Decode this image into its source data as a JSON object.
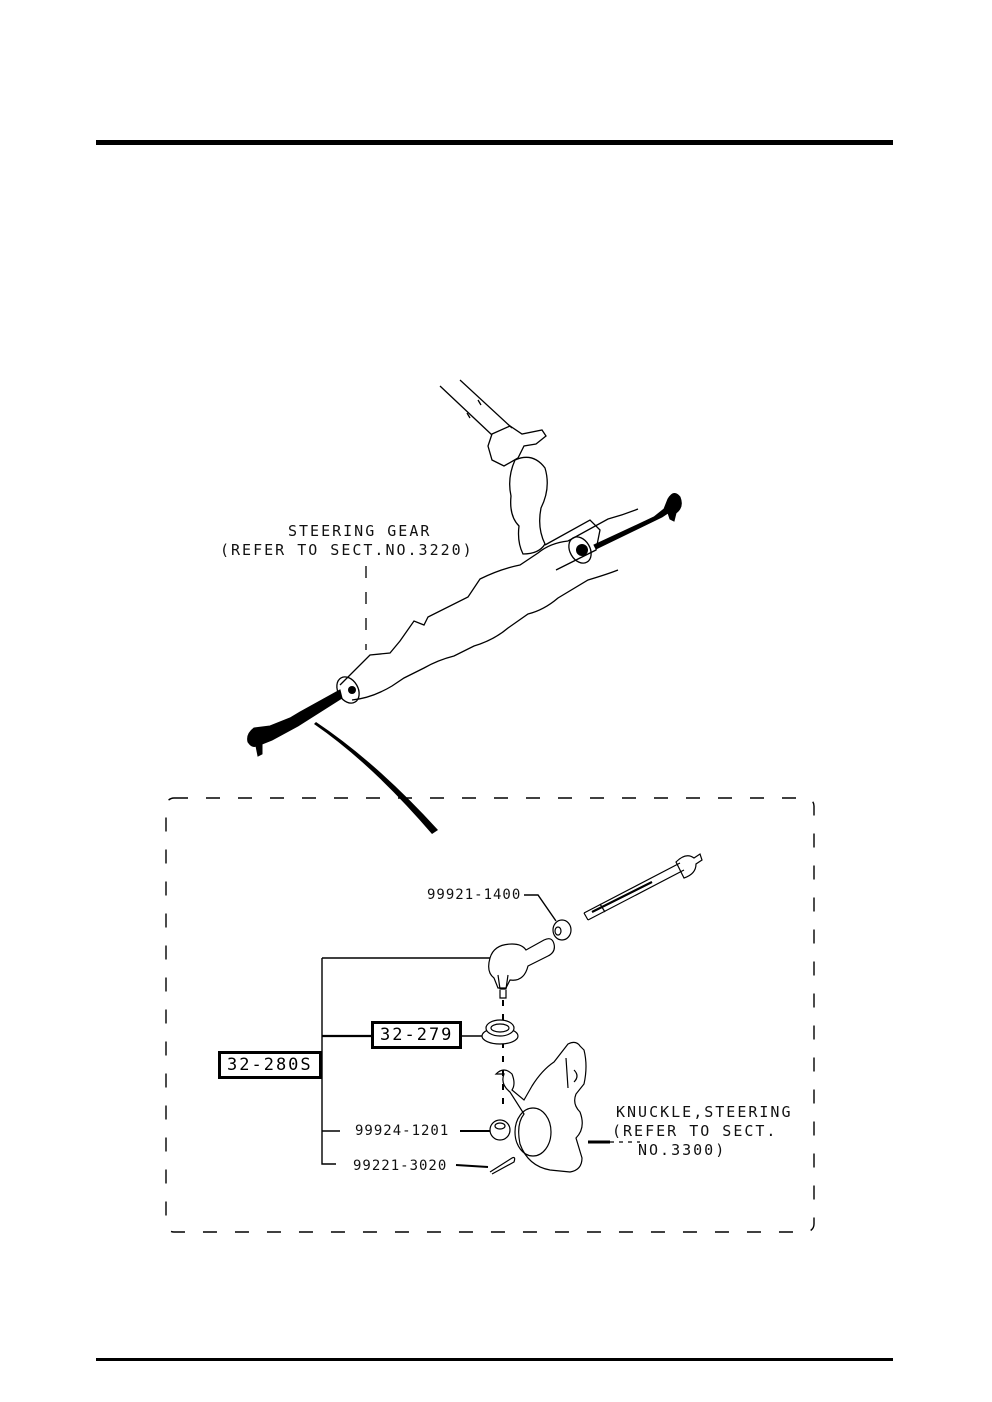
{
  "diagram": {
    "title": "",
    "upper_assembly": {
      "label_line1": "STEERING GEAR",
      "label_line2": "(REFER TO SECT.NO.3220)"
    },
    "detail_view": {
      "part_numbers": {
        "nut_jam": "99921-1400",
        "kit_assy": "32-280S",
        "tie_rod_end": "32-279",
        "castle_nut": "99924-1201",
        "cotter_pin": "99221-3020"
      },
      "knuckle": {
        "label_line1": "KNUCKLE,STEERING",
        "label_line2": "(REFER TO SECT.",
        "label_line3": "NO.3300)"
      }
    }
  }
}
